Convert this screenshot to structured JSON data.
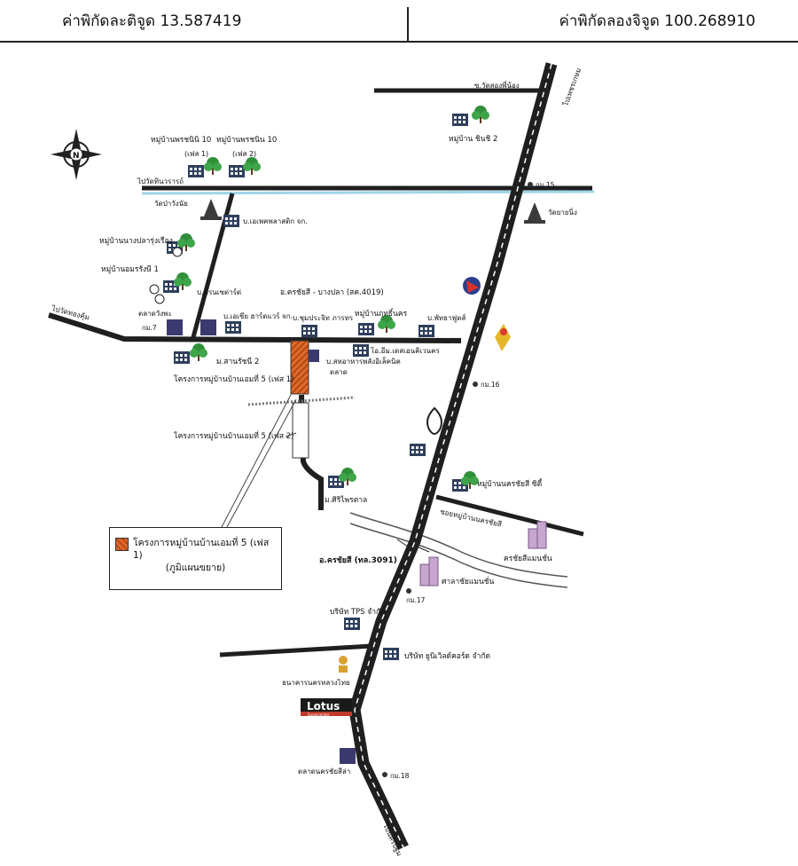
{
  "header": {
    "latitude": "ค่าพิกัดละติจูด 13.587419",
    "longitude": "ค่าพิกัดลองจิจูด 100.268910"
  },
  "colors": {
    "road": "#1f1f1f",
    "road_marking": "#ffffff",
    "project_site": "#d9622b",
    "canal": "#9fd4e8",
    "tree": "#2f8f3a",
    "building": "#2e3f5c",
    "condo": "#c7a6cf"
  },
  "compass": {
    "label": "N"
  },
  "labels": {
    "road_top": "ซ.วัดสองพี่น้อง",
    "road_right_top": "ไปเพชรเกษม",
    "canal_left": "ไปวัดทินวรารถ์",
    "km15": "กม.15",
    "km16": "กม.16",
    "km17": "กม.17",
    "km18": "กม.18",
    "temple_right": "วัดยายนิ่ง",
    "temple_left": "วัดป่าวังนัย",
    "village_top": "หมู่บ้านพรชนินิ 10",
    "village_top_b": "หมู่บ้านพรชนิน 10",
    "phase1": "(เฟส 1)",
    "phase2": "(เฟส 2)",
    "village_chinnchi": "หมู่บ้าน ชินชิ 2",
    "factory1": "บ.เอเพคพลาสติก จก.",
    "village_nangplarung": "หมู่บ้านนางปลารุ่งเรือง",
    "village_aonrangsi": "หมู่บ้านอมรรังษี 1",
    "market_left": "ตลาดวังพะ",
    "km_left": "กม.7",
    "road_left": "ไปวัดทองคุ้ม",
    "road_4019": "อ.ครชัยสี - บางปลา (สค.4019)",
    "factory_vendor": "บ.ครนเซต่าร์ต่",
    "factory_asia": "บ.เอเชีย ฮาร์ดแวร์ จก.",
    "factory_pong": "บ.ชุมประจิท ภารทร",
    "village_ritthinakorn": "หมู่บ้านฤทธิ์นคร",
    "factory_right": "บ.พัทธาฟูดส์",
    "company_dev": "โอ.อีม.เดสเอนคิเวนคร",
    "factory_food": "บ.สหอาหารพลังอิเล็คนิค",
    "market_mid": "ตลาด",
    "village_amnuai": "ม.สานรัชนี 2",
    "project_phase1": "โครงการหมู่บ้านบ้านเอมที่ 5 (เฟส 1)",
    "project_phase2": "โครงการหมู่บ้านบ้านเอมที่ 5 (เฟส 2)",
    "village_siri": "ม.ศิริไพรตาล",
    "village_nakhon": "หมู่บ้านนครชัยสี ซิตี้",
    "soi_village": "ซอยหมู่บ้านนครชัยสี",
    "condo_right": "ครชัยสีแมนชั่น",
    "road_3091": "อ.ครชัยสี (ทล.3091)",
    "condo_left": "ศาลาชัยแมนชั่น",
    "company_tps": "บริษัท TPS จำกัด",
    "company_uni": "บริษัท ยูนิเวิลด์คอร์ด จำกัด",
    "bank": "ธนาคารนครหลวงไทย",
    "lotus_brand": "Lotus",
    "lotus_sub": "Supercenter",
    "market_bottom": "ตลาดนครชัยสีล่า",
    "road_bottom": "ไปนครปฐม"
  },
  "legend": {
    "line1": "โครงการหมู่บ้านบ้านเอมที่ 5 (เฟส 1)",
    "line2": "(ภูมิแผนขยาย)"
  }
}
